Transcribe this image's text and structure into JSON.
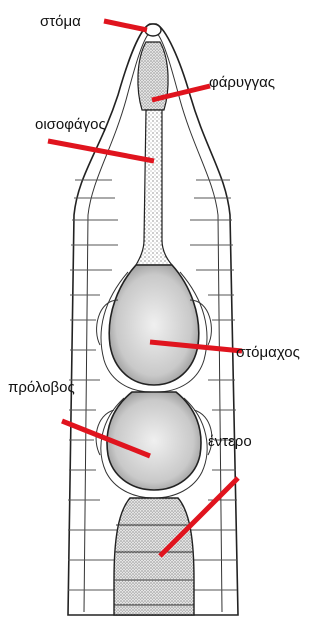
{
  "labels": {
    "stoma": "στόμα",
    "farygas": "φάρυγγας",
    "oisofagos": "οισοφάγος",
    "stomachos": "στόμαχος",
    "prolovos": "πρόλοβος",
    "entero": "έντερο"
  },
  "colors": {
    "pointer": "#e0141e",
    "ink": "#222222",
    "organ_fill": "#cfcfcf",
    "background": "#ffffff"
  }
}
